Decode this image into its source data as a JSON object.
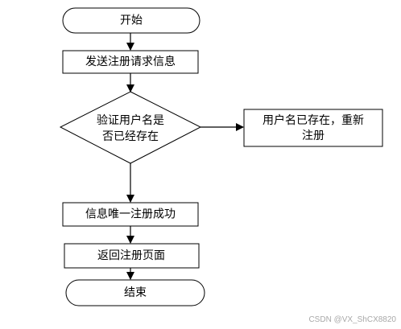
{
  "nodes": {
    "start": "开始",
    "send_request": "发送注册请求信息",
    "check_username_line1": "验证用户名是",
    "check_username_line2": "否已经存在",
    "exists_reregister_line1": "用户名已存在，重新",
    "exists_reregister_line2": "注册",
    "unique_success": "信息唯一注册成功",
    "return_page": "返回注册页面",
    "end": "结束"
  },
  "watermark": "CSDN @VX_ShCX8820"
}
